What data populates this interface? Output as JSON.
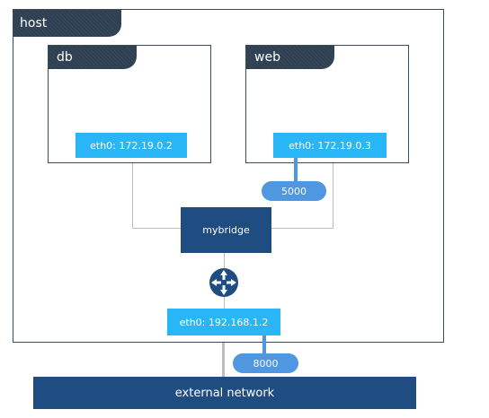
{
  "host": {
    "label": "host"
  },
  "containers": [
    {
      "name": "db",
      "interface": "eth0: 172.19.0.2"
    },
    {
      "name": "web",
      "interface": "eth0: 172.19.0.3",
      "port": "5000"
    }
  ],
  "bridge": {
    "label": "mybridge"
  },
  "router": {
    "icon": "router-arrows-icon"
  },
  "host_interface": {
    "label": "eth0: 192.168.1.2",
    "port": "8000"
  },
  "external": {
    "label": "external network"
  },
  "colors": {
    "tab": "#2e3f52",
    "interface": "#29b6f6",
    "port": "#4f97e0",
    "bridge": "#1f4d82",
    "external": "#1f4d82",
    "connector": "#bdbdbd"
  }
}
